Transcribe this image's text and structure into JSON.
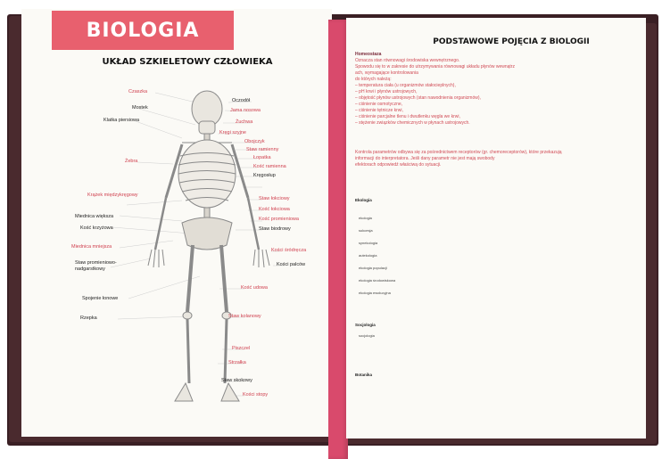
{
  "left_page": {
    "banner_title": "BIOLOGIA",
    "heading": "UKŁAD SZKIELETOWY CZŁOWIEKA",
    "labels_left": [
      "Czaszka",
      "Mostek",
      "Klatka piersiowa",
      "Żebra",
      "Krążek międzykręgowy",
      "Miednica większa",
      "Kość krzyżowa",
      "Miednica mniejsza",
      "Staw promieniowo-nadgarstkowy",
      "Spojenie łonowe",
      "Rzepka"
    ],
    "labels_right": [
      "Oczodół",
      "Jama nosowa",
      "Żuchwa",
      "Kręgi szyjne",
      "Obojczyk",
      "Staw ramienny",
      "Łopatka",
      "Kość ramienna",
      "Kręgosłup",
      "Staw łokciowy",
      "Kość łokciowa",
      "Kość promieniowa",
      "Staw biodrowy",
      "Kości śródręcza",
      "Kości palców",
      "Kość udowa",
      "Staw kolanowy",
      "Piszczel",
      "Strzałka",
      "Staw skokowy",
      "Kości stopy"
    ]
  },
  "right_page": {
    "heading": "PODSTAWOWE POJĘCIA Z BIOLOGII",
    "block1": [
      "Homeostaza",
      "Oznacza stan równowagi środowiska wewnętrznego.",
      "Spowodu się to w zakresie do utrzymywania równowagi układu płynów wewnątrz",
      "ach, wymagające kontrolowania",
      "do których należą:",
      "– temperatura ciała (u organizmów stałocieplnych),",
      "– pH krwi i płynów ustrojowych,",
      "– objętość płynów ustrojowych (stan nawodnienia organizmów),",
      "– ciśnienie osmotyczne,",
      "– ciśnienie tętnicze krwi,",
      "– ciśnienie parcjalne tlenu i dwutlenku węgla we krwi,",
      "– stężenie związków chemicznych w płynach ustrojowych."
    ],
    "block2": [
      "Kontrola parametrów odbywa się za pośrednictwem receptorów (gr. chemoreceptorów), które przekazują",
      "informacji do interpretatora. Jeśli dany parametr nie jest mają swobody",
      "efektorach odpowiedź właściwą do sytuacji."
    ],
    "sections": [
      {
        "title": "Ekologia",
        "items": [
          "ekologia",
          "sukcesja",
          "synekologia",
          "autekologia",
          "ekologia populacji",
          "ekologia środowiskowa",
          "ekologia ewolucyjna"
        ]
      },
      {
        "title": "Socjologia",
        "items": [
          "socjologia"
        ]
      },
      {
        "title": "Botanika",
        "items": []
      }
    ]
  }
}
